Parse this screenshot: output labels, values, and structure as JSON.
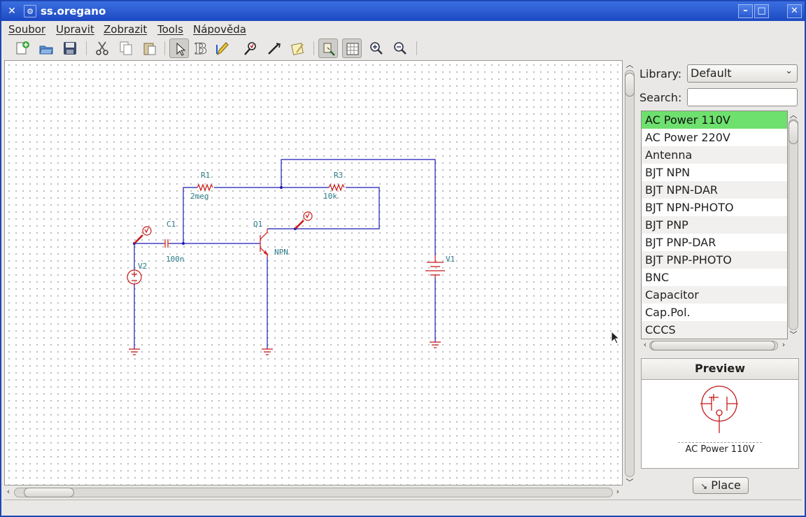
{
  "window": {
    "title": "ss.oregano"
  },
  "menu": [
    "Soubor",
    "Upravit",
    "Zobrazit",
    "Tools",
    "Nápověda"
  ],
  "toolbar": {
    "icons": [
      "new-file-icon",
      "open-icon",
      "save-icon",
      "cut-icon",
      "copy-icon",
      "paste-icon",
      "pointer-icon",
      "text-icon",
      "pencil-icon",
      "probe-icon",
      "wire-icon",
      "note-icon",
      "zoom-fit-icon",
      "grid-icon",
      "zoom-in-icon",
      "zoom-out-icon"
    ]
  },
  "schematic": {
    "labels": {
      "r1": "R1",
      "r1_value": "2meg",
      "r3": "R3",
      "r3_value": "10k",
      "c1": "C1",
      "c1_value": "100n",
      "q1": "Q1",
      "q1_type": "NPN",
      "v1": "V1",
      "v2": "V2"
    },
    "colors": {
      "wire": "#1a1ab5",
      "component": "#c81818",
      "label": "#2a7a86"
    }
  },
  "panel": {
    "library_label": "Library:",
    "library_value": "Default",
    "search_label": "Search:",
    "search_value": "",
    "items": [
      "AC Power 110V",
      "AC Power 220V",
      "Antenna",
      "BJT NPN",
      "BJT NPN-DAR",
      "BJT NPN-PHOTO",
      "BJT PNP",
      "BJT PNP-DAR",
      "BJT PNP-PHOTO",
      "BNC",
      "Capacitor",
      "Cap.Pol.",
      "CCCS"
    ],
    "selected": "AC Power 110V",
    "selected_color": "#6ee06e",
    "preview_title": "Preview",
    "preview_name": "AC Power 110V",
    "place_label": "Place"
  }
}
